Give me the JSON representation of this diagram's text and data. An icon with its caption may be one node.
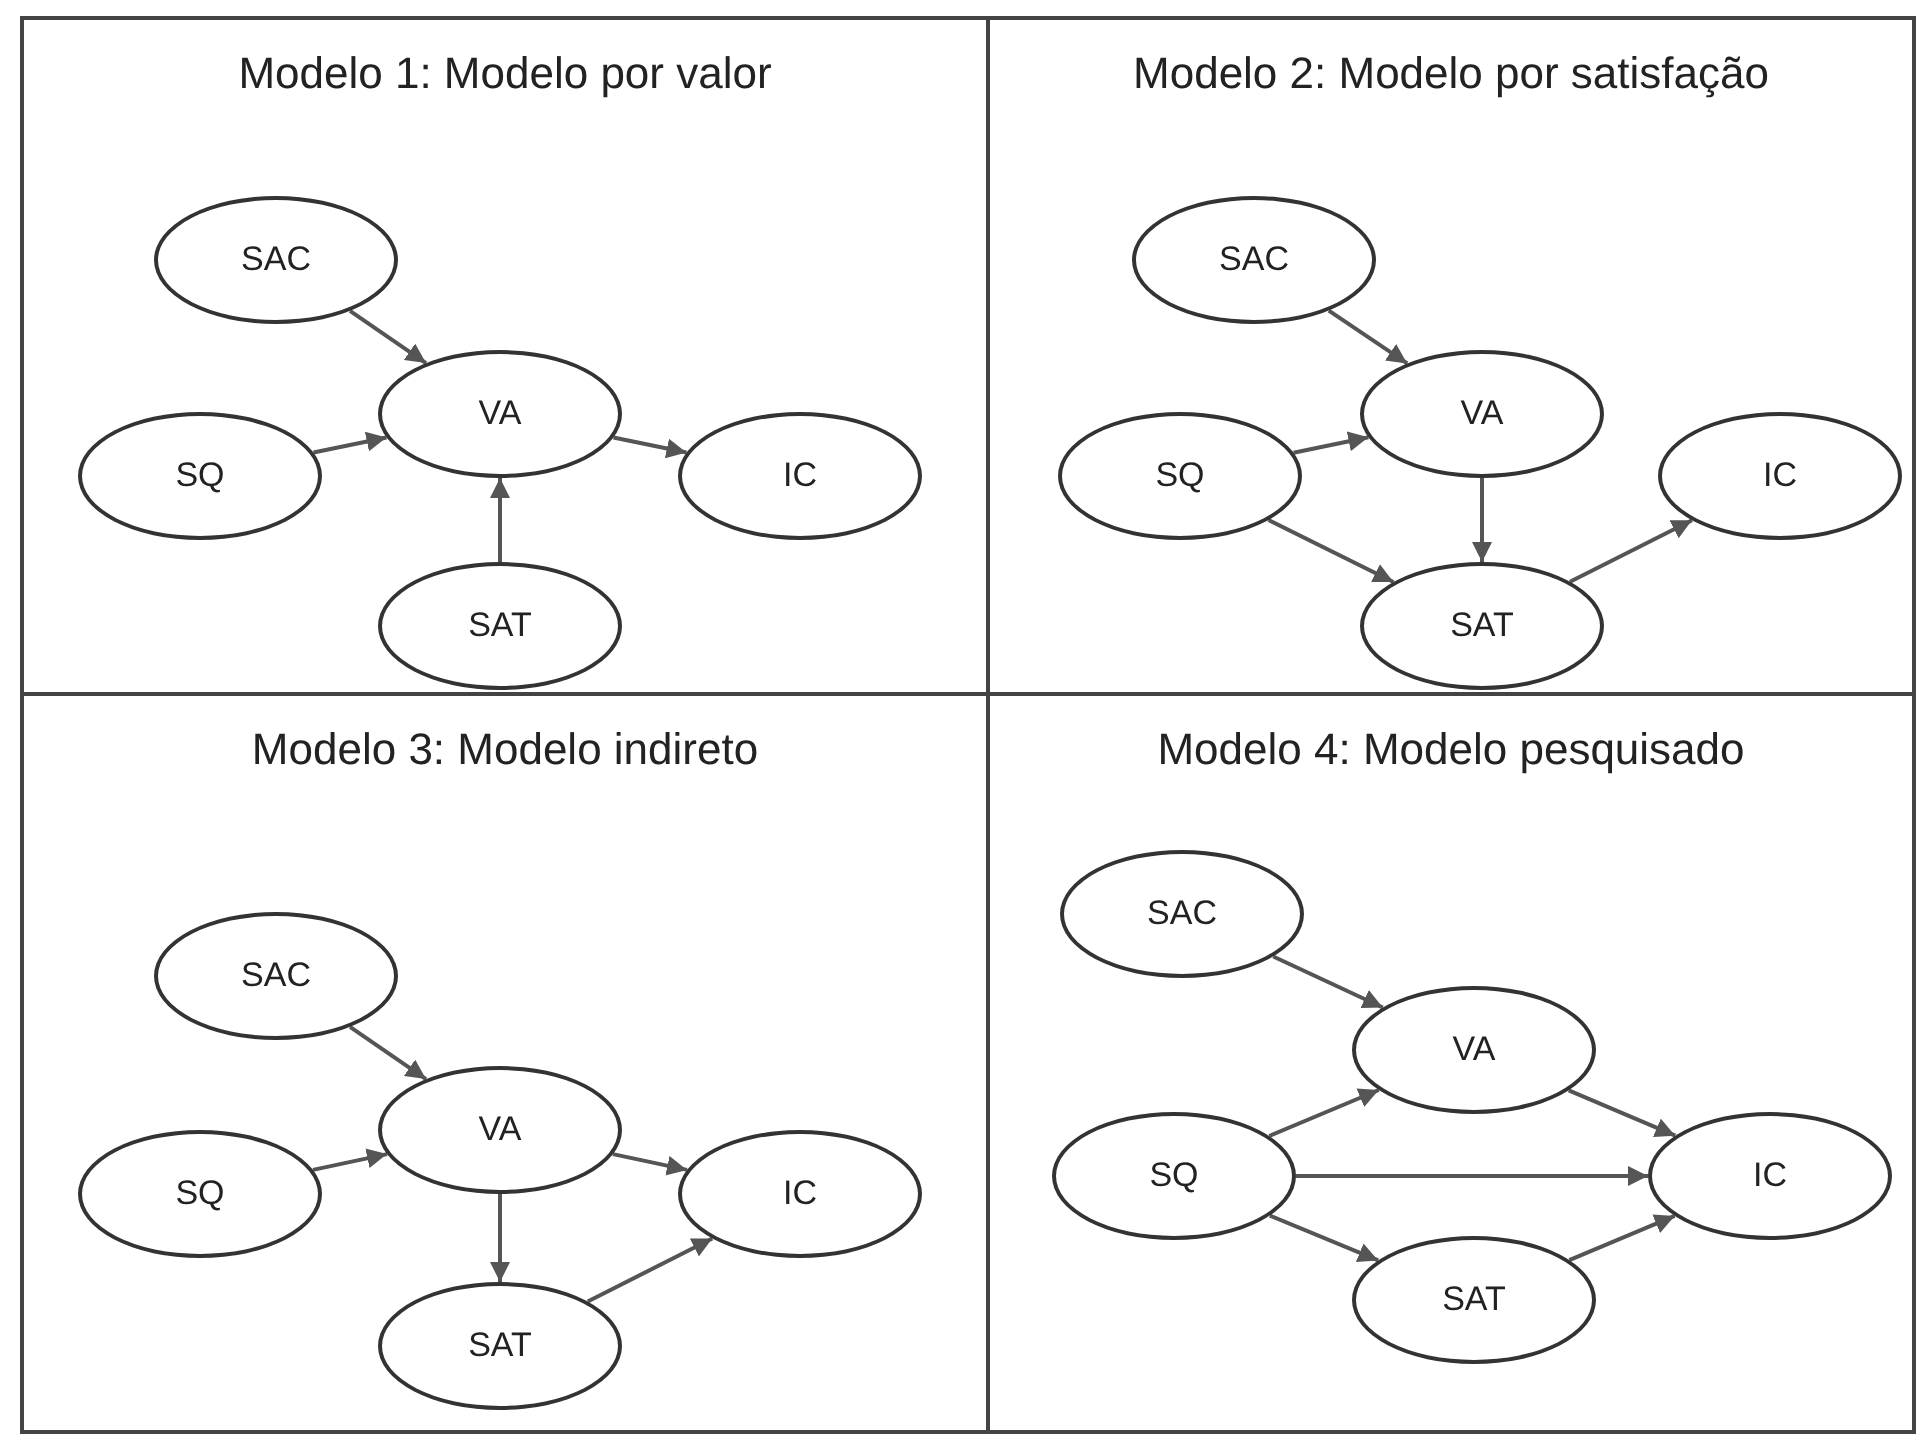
{
  "diagram": {
    "nodes": [
      {
        "text": [
          "Modelo 1: Modelo por valor"
        ]
      },
      {
        "text": [
          "SAC"
        ],
        "in": 0
      },
      {
        "text": [
          "VA"
        ],
        "in": 0
      },
      {
        "text": [
          "SQ"
        ],
        "in": 0
      },
      {
        "text": [
          "IC"
        ],
        "in": 0
      },
      {
        "text": [
          "SAT"
        ],
        "in": 0
      },
      {
        "text": [
          "Modelo 2: Modelo por satisfação"
        ]
      },
      {
        "text": [
          "SAC"
        ],
        "in": 6
      },
      {
        "text": [
          "VA"
        ],
        "in": 6
      },
      {
        "text": [
          "SQ"
        ],
        "in": 6
      },
      {
        "text": [
          "IC"
        ],
        "in": 6
      },
      {
        "text": [
          "SAT"
        ],
        "in": 6
      },
      {
        "text": [
          "Modelo 3: Modelo indireto"
        ]
      },
      {
        "text": [
          "SAC"
        ],
        "in": 12
      },
      {
        "text": [
          "VA"
        ],
        "in": 12
      },
      {
        "text": [
          "SQ"
        ],
        "in": 12
      },
      {
        "text": [
          "IC"
        ],
        "in": 12
      },
      {
        "text": [
          "SAT"
        ],
        "in": 12
      },
      {
        "text": [
          "Modelo 4: Modelo pesquisado"
        ]
      },
      {
        "text": [
          "SAC"
        ],
        "in": 18
      },
      {
        "text": [
          "VA"
        ],
        "in": 18
      },
      {
        "text": [
          "SQ"
        ],
        "in": 18
      },
      {
        "text": [
          "IC"
        ],
        "in": 18
      },
      {
        "text": [
          "SAT"
        ],
        "in": 18
      }
    ],
    "edges": [
      {
        "from": 1,
        "to": 2,
        "arrow": "to"
      },
      {
        "from": 3,
        "to": 2,
        "arrow": "to"
      },
      {
        "from": 5,
        "to": 2,
        "arrow": "to"
      },
      {
        "from": 2,
        "to": 4,
        "arrow": "to"
      },
      {
        "from": 7,
        "to": 8,
        "arrow": "to"
      },
      {
        "from": 9,
        "to": 8,
        "arrow": "to"
      },
      {
        "from": 8,
        "to": 11,
        "arrow": "to"
      },
      {
        "from": 9,
        "to": 11,
        "arrow": "to"
      },
      {
        "from": 11,
        "to": 10,
        "arrow": "to"
      },
      {
        "from": 13,
        "to": 14,
        "arrow": "to"
      },
      {
        "from": 15,
        "to": 14,
        "arrow": "to"
      },
      {
        "from": 14,
        "to": 17,
        "arrow": "to"
      },
      {
        "from": 14,
        "to": 16,
        "arrow": "to"
      },
      {
        "from": 17,
        "to": 16,
        "arrow": "to"
      },
      {
        "from": 19,
        "to": 20,
        "arrow": "to"
      },
      {
        "from": 21,
        "to": 20,
        "arrow": "to"
      },
      {
        "from": 20,
        "to": 22,
        "arrow": "to"
      },
      {
        "from": 21,
        "to": 22,
        "arrow": "to"
      },
      {
        "from": 21,
        "to": 23,
        "arrow": "to"
      },
      {
        "from": 23,
        "to": 22,
        "arrow": "to"
      }
    ]
  }
}
